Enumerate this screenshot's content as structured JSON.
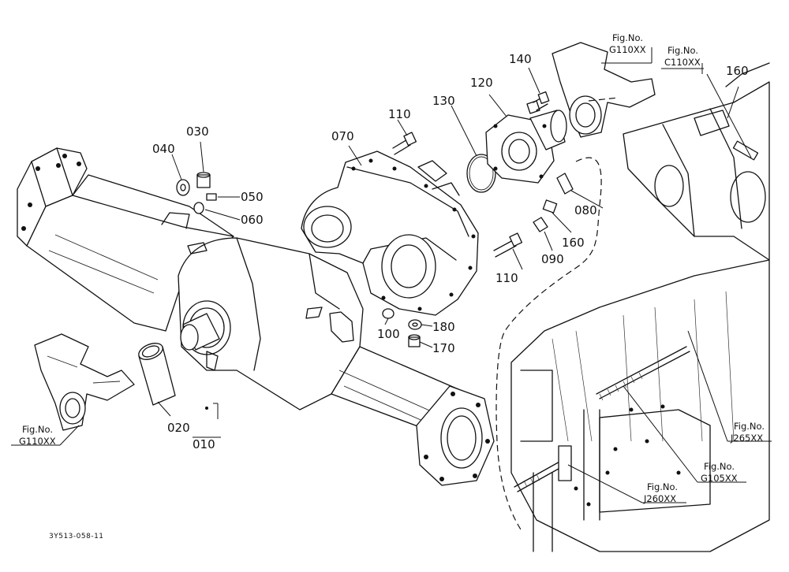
{
  "parts": [
    {
      "id": "callout-010",
      "label": "010"
    },
    {
      "id": "callout-020",
      "label": "020"
    },
    {
      "id": "callout-030",
      "label": "030"
    },
    {
      "id": "callout-040",
      "label": "040"
    },
    {
      "id": "callout-050",
      "label": "050"
    },
    {
      "id": "callout-060",
      "label": "060"
    },
    {
      "id": "callout-070",
      "label": "070"
    },
    {
      "id": "callout-080",
      "label": "080"
    },
    {
      "id": "callout-090",
      "label": "090"
    },
    {
      "id": "callout-100",
      "label": "100"
    },
    {
      "id": "callout-110-upper",
      "label": "110"
    },
    {
      "id": "callout-110-lower",
      "label": "110"
    },
    {
      "id": "callout-120",
      "label": "120"
    },
    {
      "id": "callout-130",
      "label": "130"
    },
    {
      "id": "callout-140",
      "label": "140"
    },
    {
      "id": "callout-160-upper",
      "label": "160"
    },
    {
      "id": "callout-160-lower",
      "label": "160"
    },
    {
      "id": "callout-170",
      "label": "170"
    },
    {
      "id": "callout-180",
      "label": "180"
    }
  ],
  "figure_refs": [
    {
      "id": "ref-g110xx-top",
      "line1": "Fig.No.",
      "line2": "G110XX"
    },
    {
      "id": "ref-c110xx",
      "line1": "Fig.No.",
      "line2": "C110XX"
    },
    {
      "id": "ref-g110xx-left",
      "line1": "Fig.No.",
      "line2": "G110XX"
    },
    {
      "id": "ref-j265xx",
      "line1": "Fig.No.",
      "line2": "J265XX"
    },
    {
      "id": "ref-g105xx",
      "line1": "Fig.No.",
      "line2": "G105XX"
    },
    {
      "id": "ref-j260xx",
      "line1": "Fig.No.",
      "line2": "J260XX"
    }
  ],
  "drawing_code": "3Y513-058-11"
}
